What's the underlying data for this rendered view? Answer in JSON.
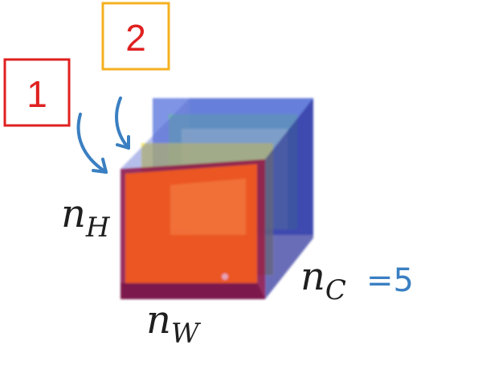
{
  "labels": {
    "box1": "1",
    "box2": "2",
    "height_main": "n",
    "height_sub": "H",
    "width_main": "n",
    "width_sub": "W",
    "channel_main": "n",
    "channel_sub": "C",
    "channel_value": "=5"
  },
  "colors": {
    "box1_border": "#e02020",
    "box2_border": "#f5b020",
    "arrow": "#3a7fc2",
    "slice_red": "#f05a22",
    "slice_yellow": "#f2e12a",
    "slice_green": "#5cc18c",
    "slice_blue": "#3b5bd6",
    "cube_edge": "#2a2f9a"
  }
}
